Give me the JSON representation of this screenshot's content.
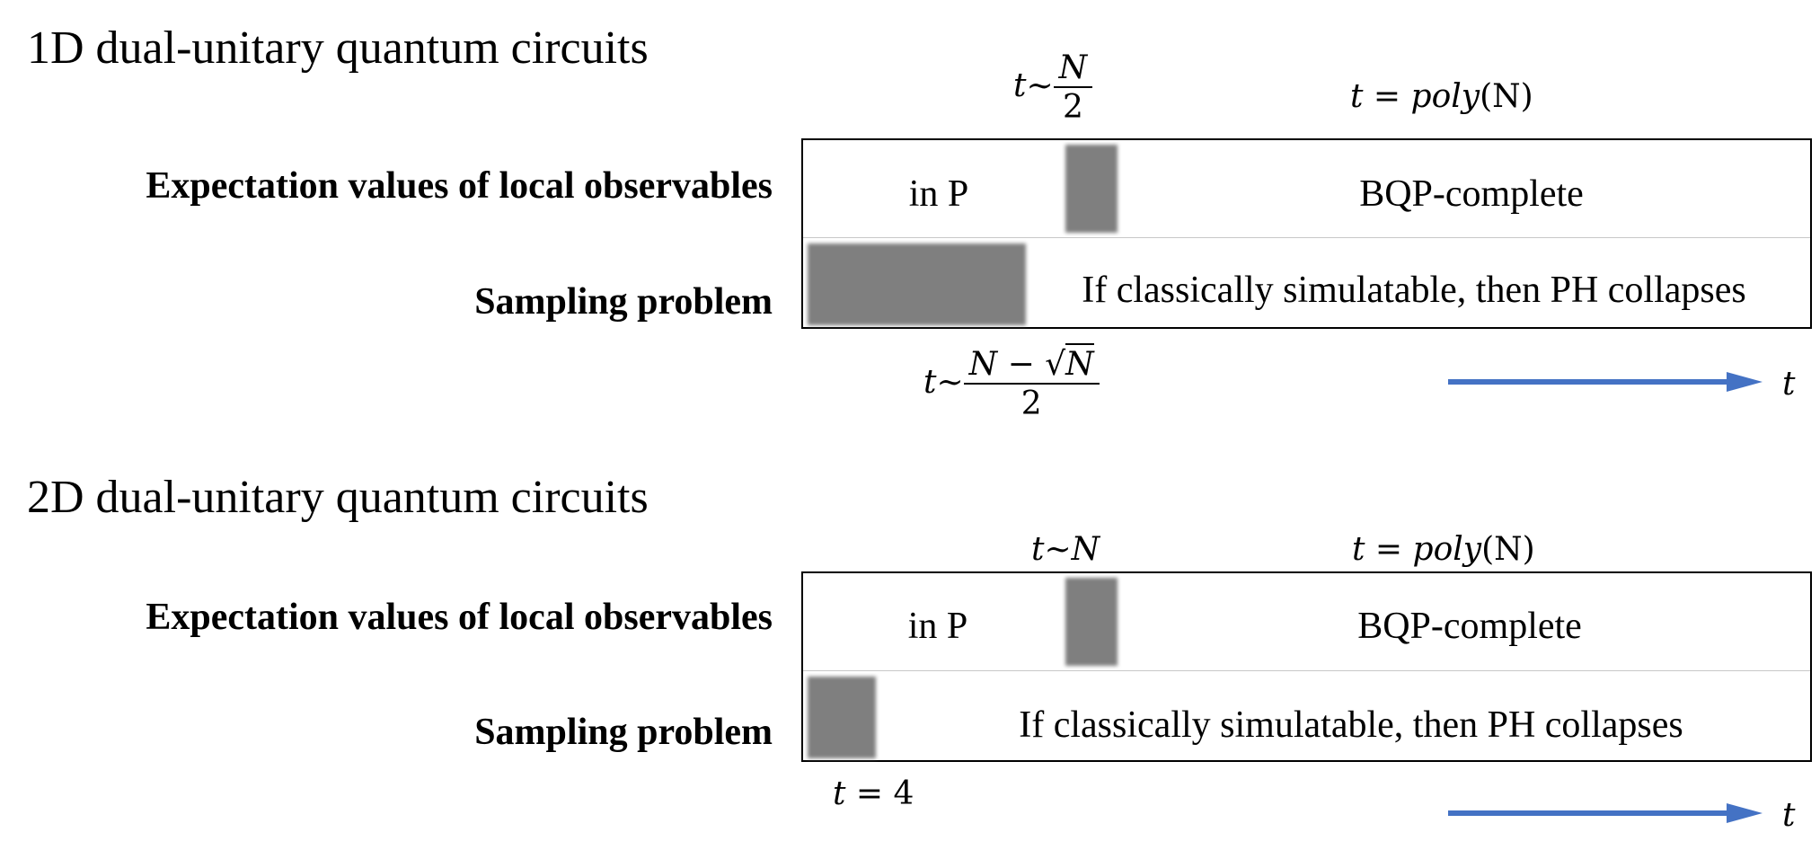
{
  "panel_1d": {
    "title": "1D dual-unitary quantum circuits",
    "row_expectation": "Expectation values of local observables",
    "row_sampling": "Sampling problem",
    "in_p": "in P",
    "bqp": "BQP-complete",
    "ph_text": "If classically simulatable, then PH collapses",
    "top_threshold": {
      "lhs": "t∼",
      "num": "N",
      "den": "2"
    },
    "poly_label": {
      "t": "t",
      "eq": " = ",
      "body": "poly",
      "arg": "(N)"
    },
    "bottom_threshold": {
      "lhs": "t∼",
      "num_a": "N − ",
      "sqrt": "√",
      "num_b": "N",
      "den": "2"
    },
    "axis_label": "t"
  },
  "panel_2d": {
    "title": "2D dual-unitary quantum circuits",
    "row_expectation": "Expectation values of local observables",
    "row_sampling": "Sampling problem",
    "in_p": "in P",
    "bqp": "BQP-complete",
    "ph_text": "If classically simulatable, then PH collapses",
    "top_threshold": "t∼N",
    "poly_label": {
      "t": "t",
      "eq": " = ",
      "body": "poly",
      "arg": "(N)"
    },
    "bottom_threshold": {
      "t": "t",
      "eq": " = 4"
    },
    "axis_label": "t"
  },
  "colors": {
    "arrow": "#4472c4",
    "gray_block": "#7f7f7f",
    "border": "#000000",
    "divider": "#c8c8c8"
  }
}
